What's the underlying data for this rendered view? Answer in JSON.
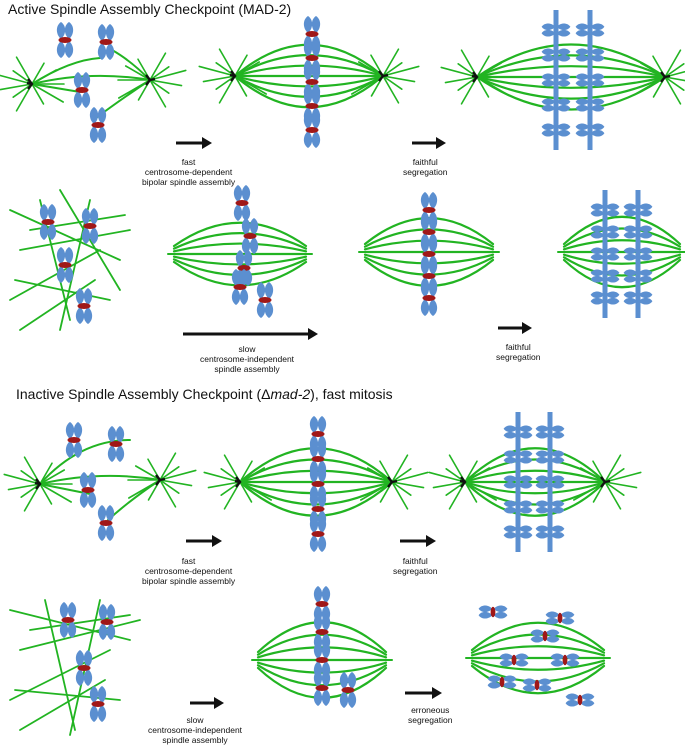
{
  "titles": {
    "active": "Active Spindle Assembly Checkpoint (MAD-2)",
    "inactive_pre": "Inactive Spindle Assembly Checkpoint (",
    "inactive_delta": "Δ",
    "inactive_gene": "mad-2",
    "inactive_post": "), fast mitosis"
  },
  "labels": {
    "fast": [
      "fast",
      "centrosome-dependent",
      "bipolar spindle assembly"
    ],
    "slow": [
      "slow",
      "centrosome-independent",
      "spindle assembly"
    ],
    "faithful": [
      "faithful",
      "segregation"
    ],
    "erroneous": [
      "erroneous",
      "segregation"
    ]
  },
  "colors": {
    "microtubule": "#22b422",
    "chromosome": "#5b8fd0",
    "kinetochore": "#a01818",
    "centrosome": "#111111",
    "arrow": "#111111"
  }
}
